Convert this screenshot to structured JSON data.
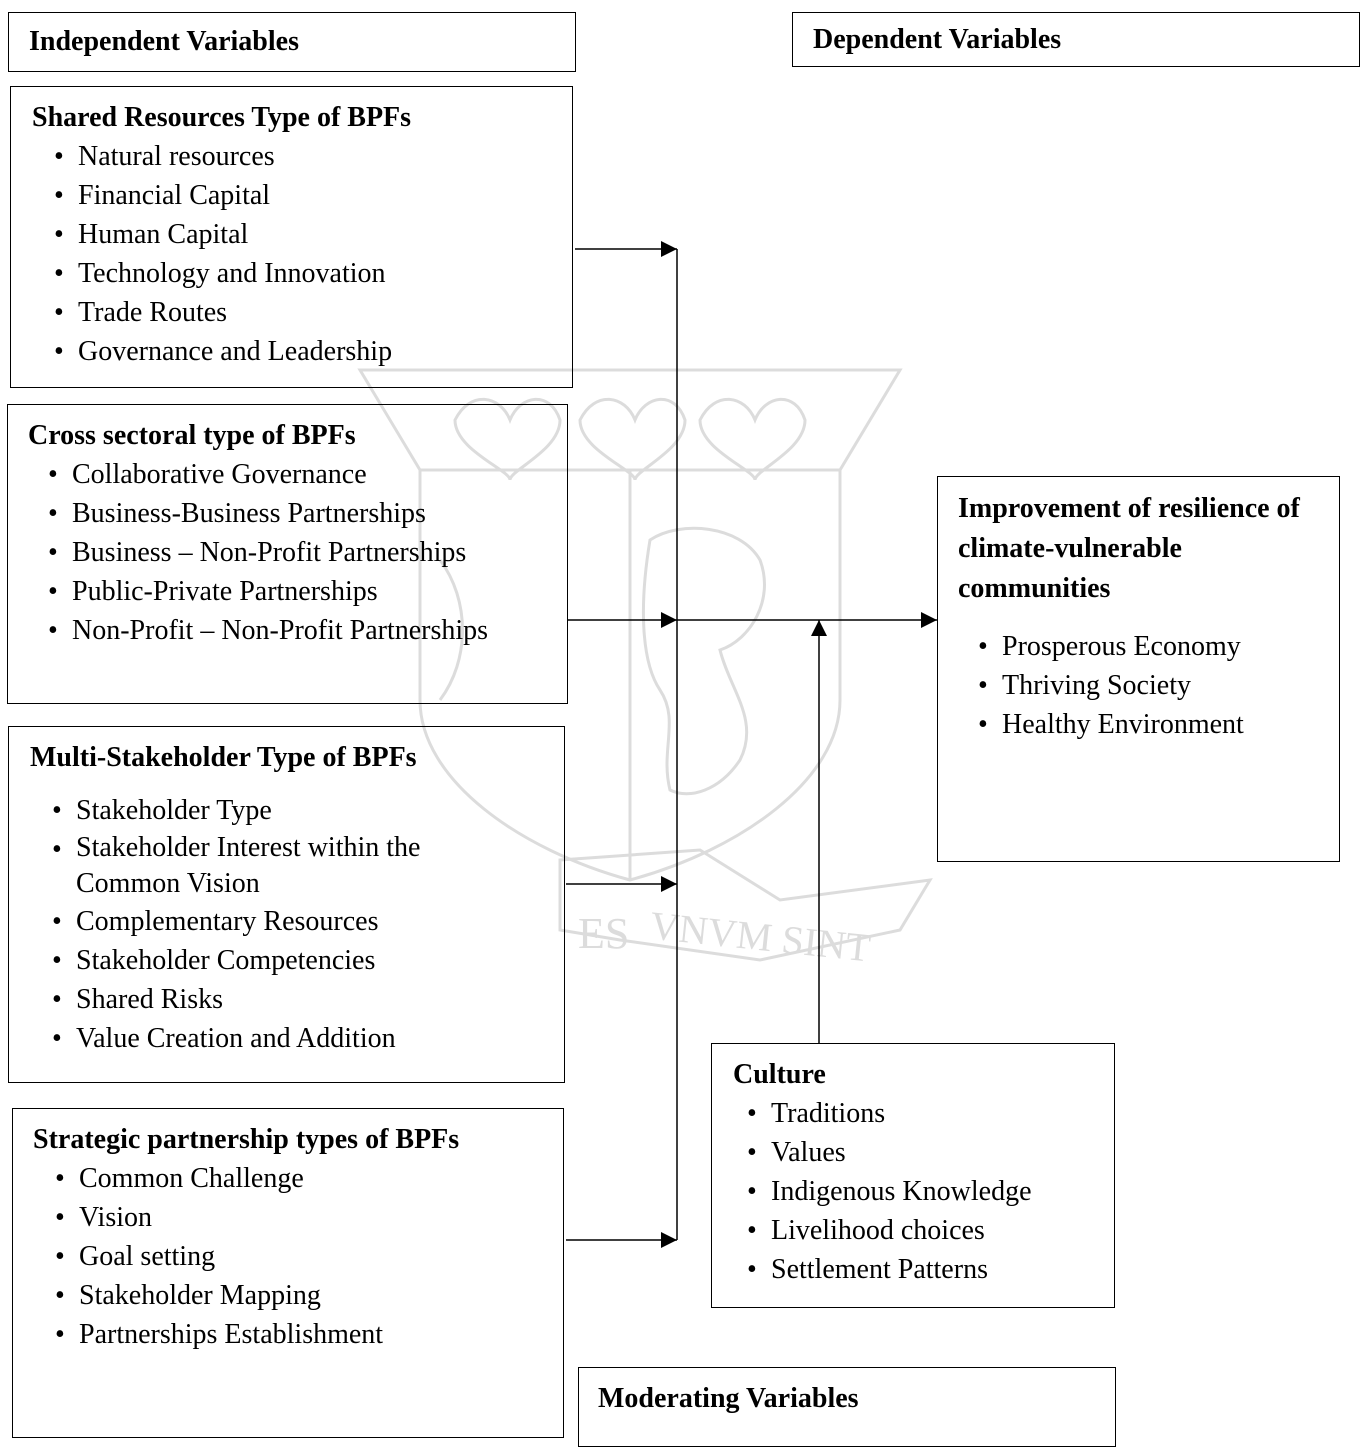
{
  "independent_variables": {
    "title": "Independent Variables"
  },
  "dependent_variables": {
    "title": "Dependent Variables"
  },
  "shared_resources": {
    "title": "Shared Resources Type of BPFs",
    "items": [
      "Natural resources",
      "Financial Capital",
      "Human Capital",
      "Technology and Innovation",
      "Trade Routes",
      "Governance and Leadership"
    ]
  },
  "cross_sectoral": {
    "title": "Cross sectoral type of BPFs",
    "items": [
      "Collaborative Governance",
      "Business-Business Partnerships",
      "Business – Non-Profit Partnerships",
      "Public-Private Partnerships",
      "Non-Profit – Non-Profit Partnerships"
    ]
  },
  "multi_stakeholder": {
    "title": "Multi-Stakeholder Type of BPFs",
    "items": [
      "Stakeholder Type",
      "Stakeholder Interest within the Common Vision",
      "Complementary Resources",
      "Stakeholder Competencies",
      "Shared Risks",
      "Value Creation and Addition"
    ]
  },
  "strategic_partnership": {
    "title": "Strategic partnership types of BPFs",
    "items": [
      "Common Challenge",
      "Vision",
      "Goal setting",
      "Stakeholder Mapping",
      "Partnerships Establishment"
    ]
  },
  "improvement": {
    "title": "Improvement of resilience of climate-vulnerable communities",
    "items": [
      "Prosperous Economy",
      "Thriving Society",
      "Healthy Environment"
    ]
  },
  "culture": {
    "title": "Culture",
    "items": [
      "Traditions",
      "Values",
      "Indigenous Knowledge",
      "Livelihood choices",
      "Settlement Patterns"
    ]
  },
  "moderating_variables": {
    "title": "Moderating Variables"
  },
  "watermark": {
    "motto": "VNVM SINT",
    "motto_partial": "ES"
  },
  "colors": {
    "line": "#000000",
    "watermark": "#dcdcdc"
  }
}
